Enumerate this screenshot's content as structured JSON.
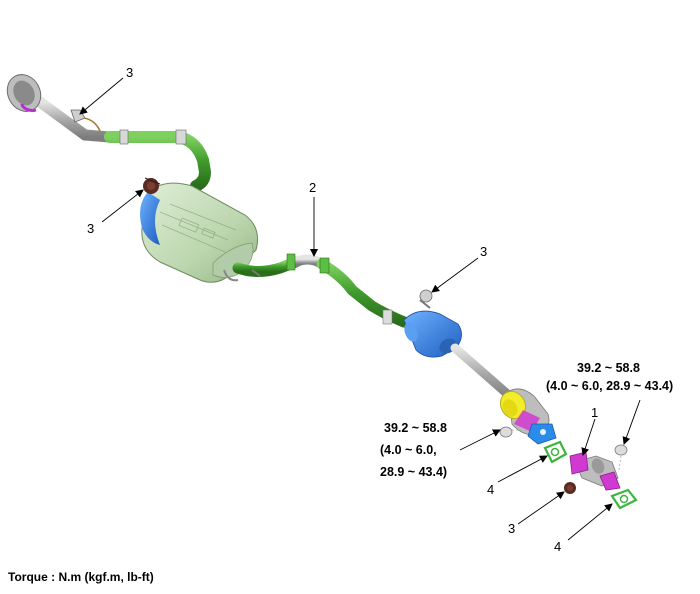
{
  "callouts": {
    "c3_top": "3",
    "c3_left": "3",
    "c2": "2",
    "c3_mid": "3",
    "c1": "1",
    "c4_left": "4",
    "c3_bottom": "3",
    "c4_bottom": "4"
  },
  "torque_right": {
    "line1": "39.2 ~ 58.8",
    "line2": "(4.0 ~ 6.0,  28.9 ~ 43.4)"
  },
  "torque_left": {
    "line1": "39.2 ~ 58.8",
    "line2": "(4.0 ~ 6.0,",
    "line3": "28.9 ~ 43.4)"
  },
  "footer": {
    "torque_unit": "Torque : N.m (kgf.m, lb-ft)"
  },
  "colors": {
    "pipe_green": "#4fa83a",
    "pipe_gray": "#a9a9a9",
    "muffler": "#c9dcc0",
    "muffler_cap": "#2f6fd1",
    "center_muffler": "#2f7ad8",
    "catalyst": "#b9b9b9",
    "catalyst_ring": "#f2ec2b",
    "flange_magenta": "#d13ad1",
    "flange_blue": "#2a8be8",
    "gasket_green": "#3bb53b",
    "hanger_rubber": "#5a2b22"
  }
}
